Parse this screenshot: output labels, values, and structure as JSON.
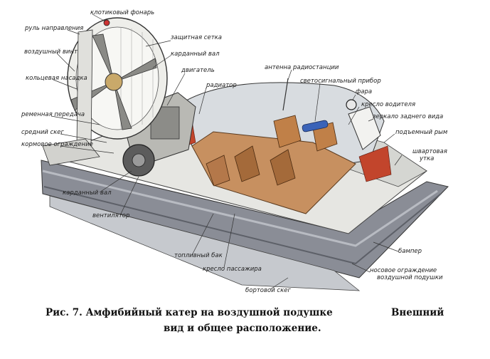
{
  "labels": {
    "tail_light": "клотиковый фонарь",
    "rudder": "руль направления",
    "air_propeller": "воздушный винт",
    "ring_nozzle": "кольцевая насадка",
    "belt_drive": "ременная передача",
    "middle_skeg": "средний скег",
    "stern_guard": "кормовое ограждение",
    "propshaft_bottom": "карданный вал",
    "fan": "вентилятор",
    "protective_mesh": "защитная сетка",
    "propshaft_top": "карданный вал",
    "engine": "двигатель",
    "radiator": "радиатор",
    "radio_antenna": "антенна радиостанции",
    "signal_light": "светосигнальный прибор",
    "headlight": "фара",
    "driver_seat": "кресло водителя",
    "rear_mirror": "зеркало заднего вида",
    "lift_lever": "подъемный рым",
    "mooring_cleat": "швартовая утка",
    "bumper": "бампер",
    "bow_skirt": "носовое ограждение воздушной подушки",
    "fuel_tank": "топливный бак",
    "passenger_seat": "кресло пассажира",
    "side_skeg": "бортовой скег"
  },
  "caption": {
    "line1": "Рис. 7. Амфибийный катер на воздушной подушке",
    "line1_right": "Внешний",
    "line2": "вид и общее расположение."
  }
}
